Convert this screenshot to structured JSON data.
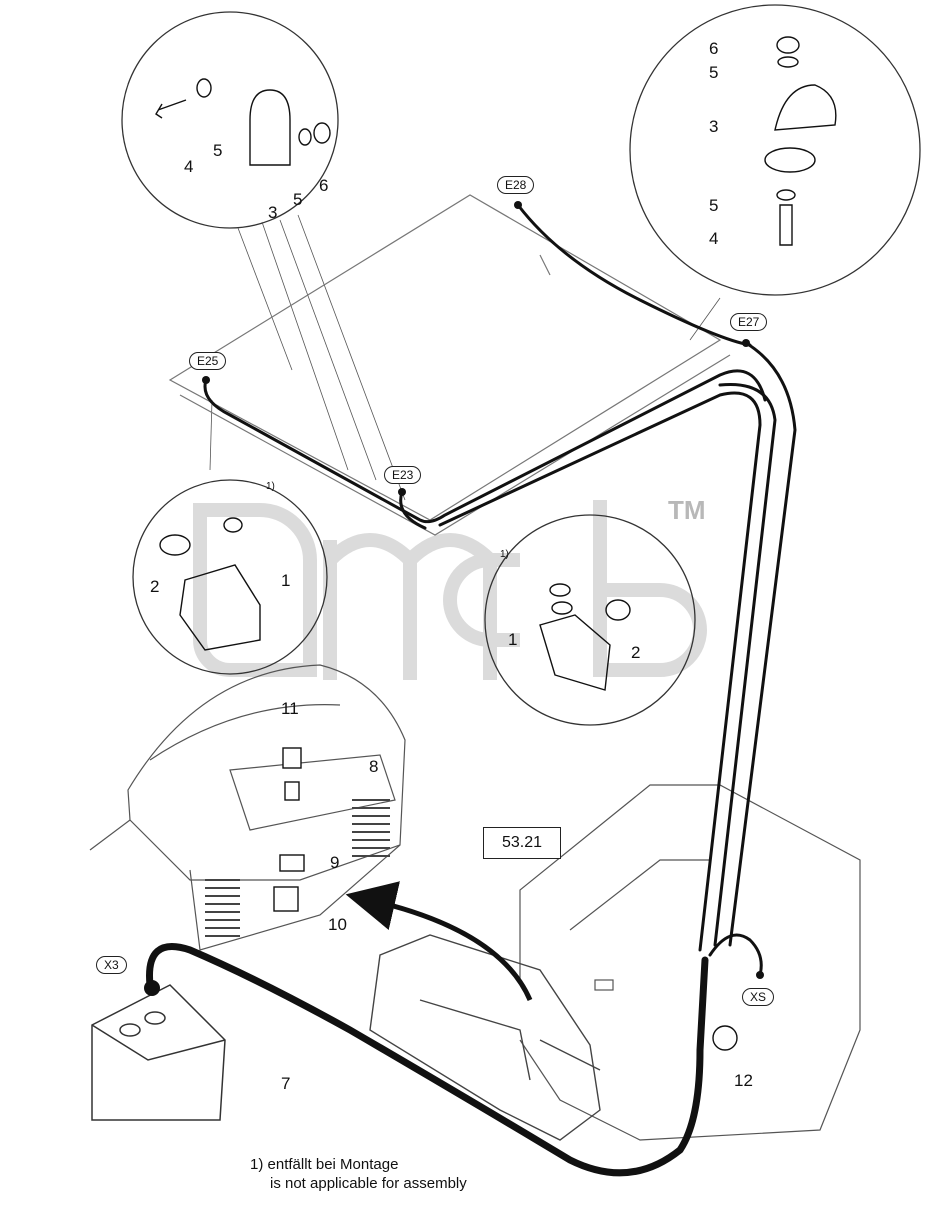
{
  "connectors": {
    "e28": "E28",
    "e27": "E27",
    "e25": "E25",
    "e23": "E23",
    "x3": "X3",
    "xs": "XS"
  },
  "parts": {
    "p1": "1",
    "p2": "2",
    "p3": "3",
    "p4": "4",
    "p5": "5",
    "p6": "6",
    "p7": "7",
    "p8": "8",
    "p9": "9",
    "p10": "10",
    "p11": "11",
    "p12": "12"
  },
  "reference": "53.21",
  "footnote_marker": "1)",
  "note": {
    "line1": "1) entfällt bei Montage",
    "line2": "is not applicable for assembly"
  },
  "watermark": {
    "text": "dmcb",
    "tm": "TM"
  }
}
